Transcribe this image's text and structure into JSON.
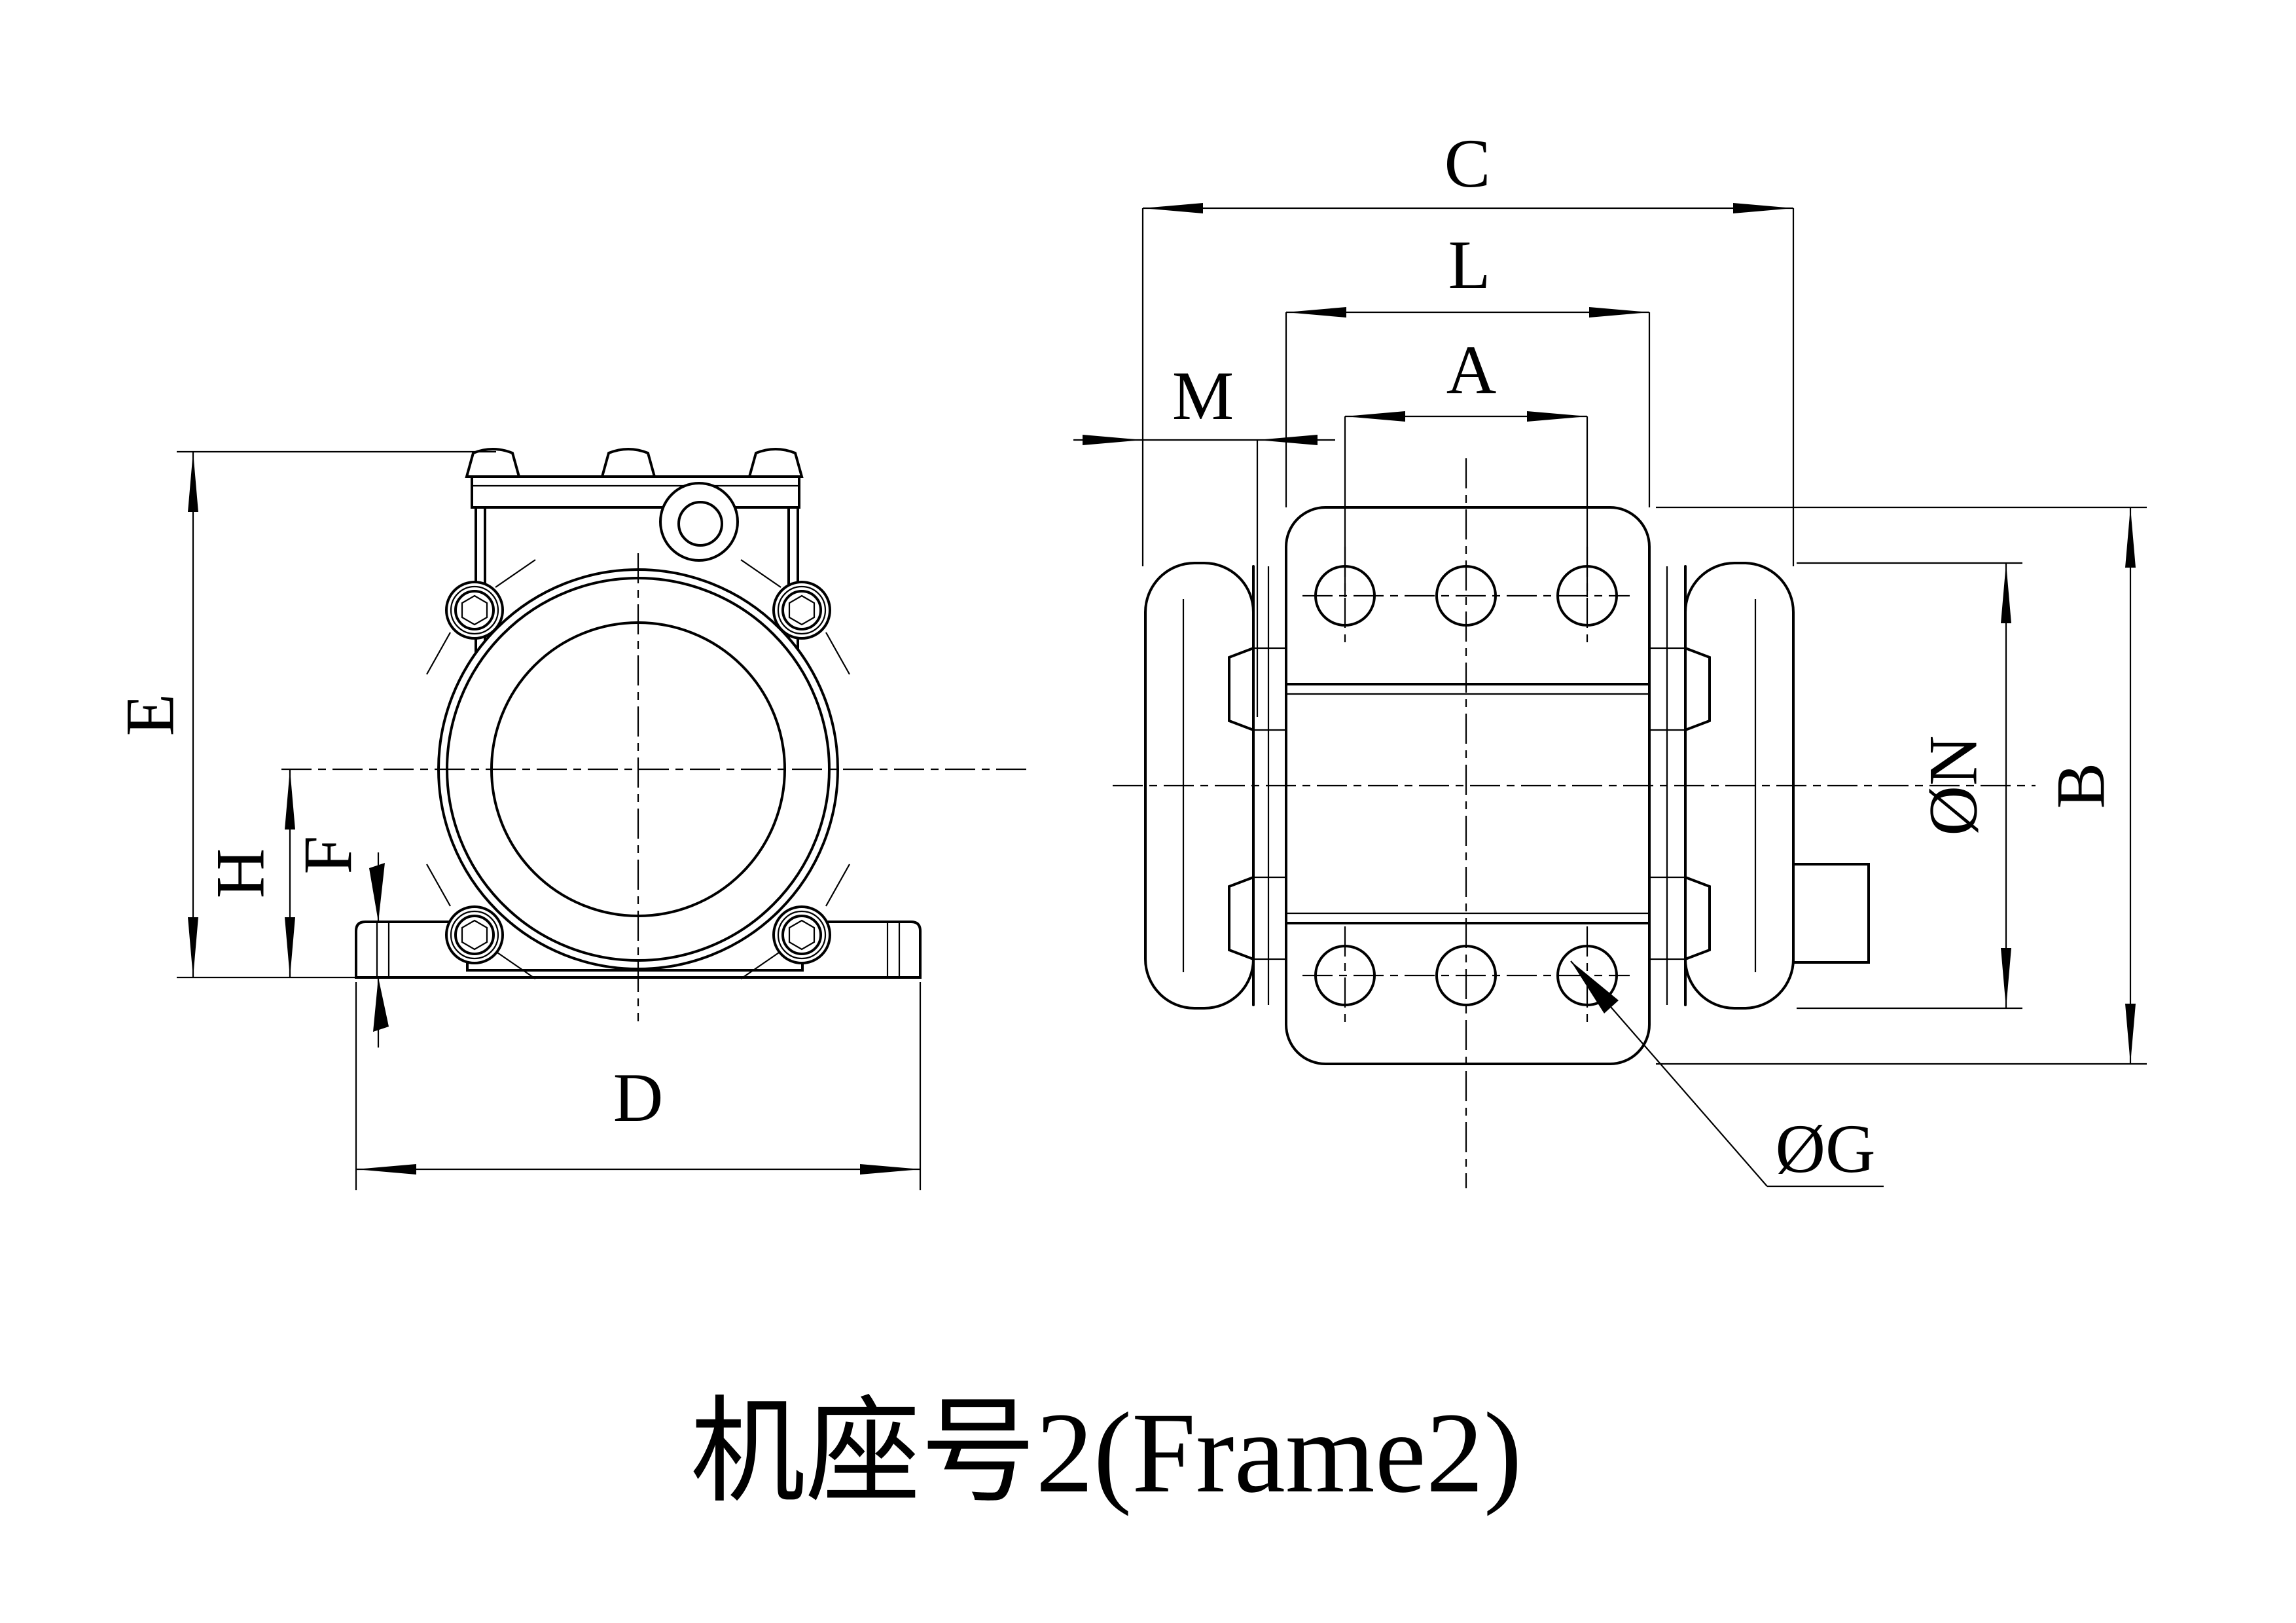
{
  "title": "机座号2(Frame2)",
  "labels": {
    "C": "C",
    "L": "L",
    "A": "A",
    "M": "M",
    "E": "E",
    "H": "H",
    "F": "F",
    "D": "D",
    "N": "ØN",
    "B": "B",
    "G": "ØG"
  },
  "colors": {
    "line": "#000000",
    "background": "#ffffff"
  }
}
